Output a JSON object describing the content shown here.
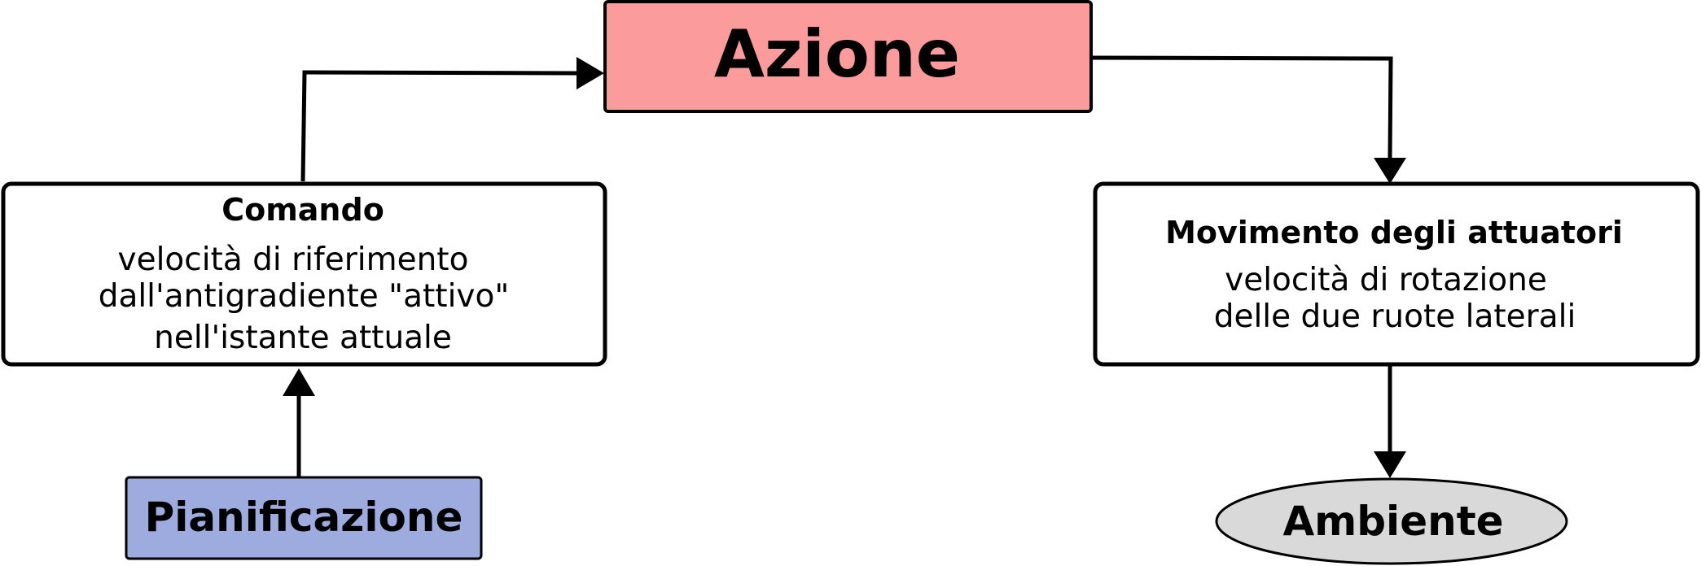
{
  "nodes": {
    "azione": {
      "title": "Azione",
      "color": "#fc9b9b"
    },
    "comando": {
      "title": "Comando",
      "lines": [
        "velocità di riferimento",
        "dall'antigradiente \"attivo\"",
        "nell'istante attuale"
      ]
    },
    "movimento": {
      "title": "Movimento degli attuatori",
      "lines": [
        "velocità di rotazione",
        "delle due ruote laterali"
      ]
    },
    "pianificazione": {
      "title": "Pianificazione",
      "color": "#9dabdf"
    },
    "ambiente": {
      "title": "Ambiente",
      "color": "#d9d9d9"
    }
  }
}
